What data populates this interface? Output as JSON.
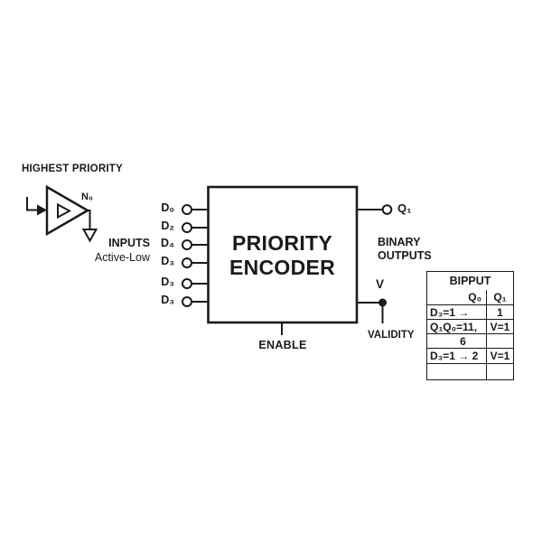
{
  "colors": {
    "ink": "#1a1a1a",
    "background": "#ffffff"
  },
  "header": {
    "highest_priority": "HIGHEST PRIORITY"
  },
  "buffer": {
    "output_label": "N₀"
  },
  "inputs": {
    "heading": "INPUTS",
    "mode": "Active-Low",
    "pins": [
      "D₀",
      "D₂",
      "D₄",
      "D₃",
      "D₃",
      "D₃"
    ]
  },
  "encoder": {
    "title_line1": "PRIORITY",
    "title_line2": "ENCODER",
    "enable_label": "ENABLE"
  },
  "outputs": {
    "q1_label": "Q₁",
    "heading_line1": "BINARY",
    "heading_line2": "OUTPUTS",
    "v_label": "V",
    "validity_label": "VALIDITY"
  },
  "truth_table": {
    "title": "BIPPUT",
    "columns": [
      "Q₀",
      "Q₁"
    ],
    "rows": [
      [
        "D₃=1 →",
        "1"
      ],
      [
        "Q₁Q₀=11,",
        "V=1"
      ],
      [
        "6",
        ""
      ],
      [
        "D₃=1 → 2",
        "V=1"
      ],
      [
        "",
        ""
      ]
    ]
  }
}
